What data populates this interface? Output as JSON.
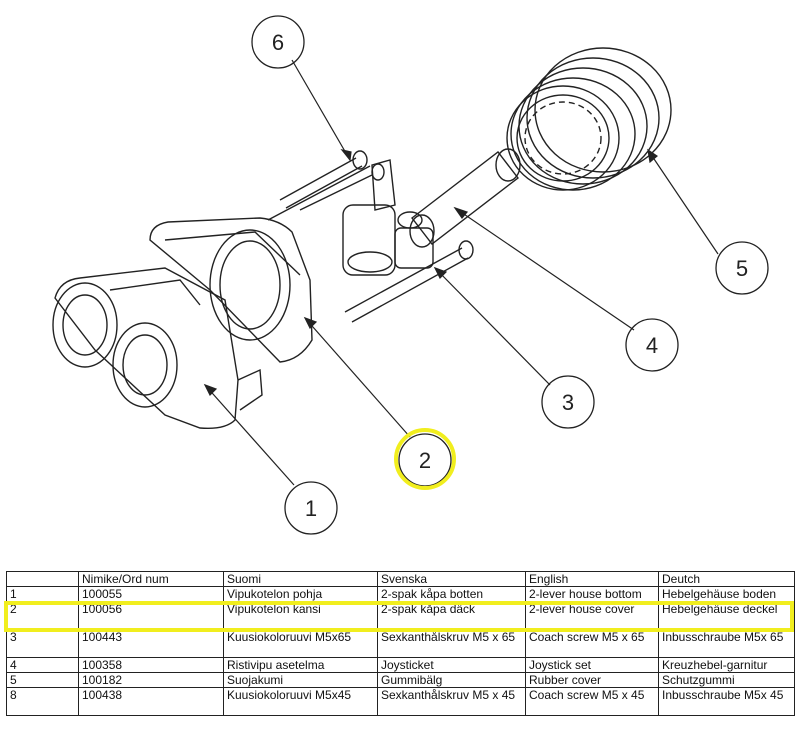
{
  "callouts": [
    "1",
    "2",
    "3",
    "4",
    "5",
    "6"
  ],
  "table": {
    "headers": [
      "",
      "Nimike/Ord num",
      "Suomi",
      "Svenska",
      "English",
      "Deutch"
    ],
    "rows": [
      [
        "1",
        "100055",
        "Vipukotelon pohja",
        "2-spak kåpa botten",
        "2-lever house bottom",
        "Hebelgehäuse boden"
      ],
      [
        "2",
        "100056",
        "Vipukotelon kansi",
        "2-spak kåpa däck",
        "2-lever house cover",
        "Hebelgehäuse deckel"
      ],
      [
        "3",
        "100443",
        "Kuusiokoloruuvi M5x65",
        "Sexkanthålskruv M5 x 65",
        "Coach screw M5 x 65",
        "Inbusschraube M5x 65"
      ],
      [
        "4",
        "100358",
        "Ristivipu asetelma",
        "Joysticket",
        "Joystick set",
        "Kreuzhebel-garnitur"
      ],
      [
        "5",
        "100182",
        "Suojakumi",
        "Gummibälg",
        "Rubber cover",
        "Schutzgummi"
      ],
      [
        "8",
        "100438",
        "Kuusiokoloruuvi M5x45",
        "Sexkanthålskruv M5 x 45",
        "Coach screw M5 x 45",
        "Inbusschraube M5x 45"
      ]
    ]
  },
  "highlight_color": "#f1ee1e"
}
